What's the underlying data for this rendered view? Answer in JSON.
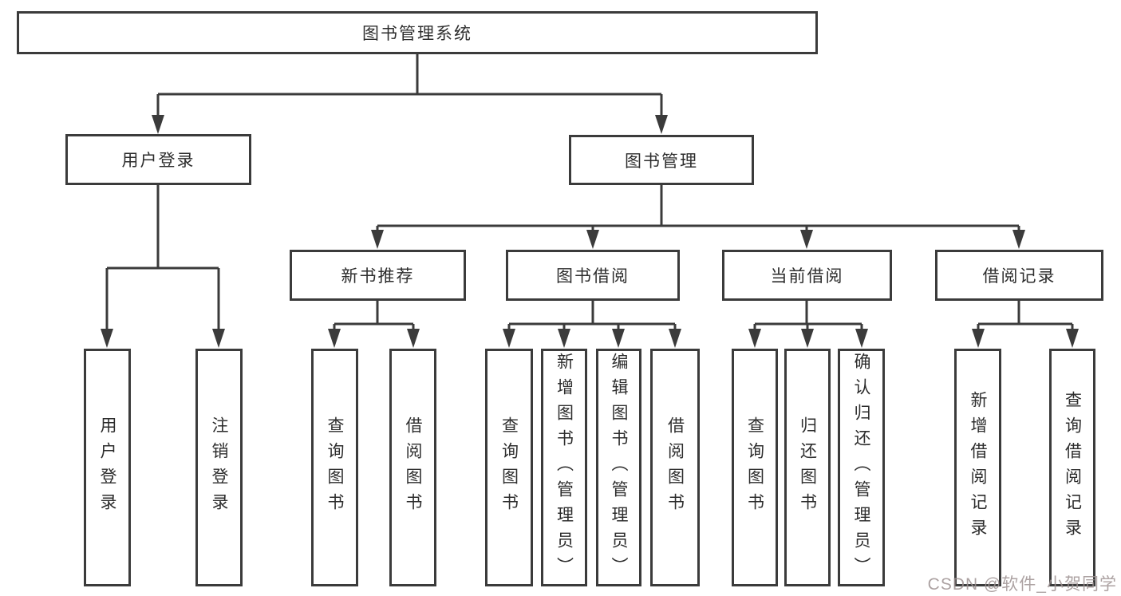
{
  "diagram_title": "图书管理系统",
  "tree": {
    "root": {
      "label": "图书管理系统"
    },
    "branches": [
      {
        "label": "用户登录",
        "children": [
          {
            "label": "用户登录"
          },
          {
            "label": "注销登录"
          }
        ]
      },
      {
        "label": "图书管理",
        "children": [
          {
            "label": "新书推荐",
            "children": [
              {
                "label": "查询图书"
              },
              {
                "label": "借阅图书"
              }
            ]
          },
          {
            "label": "图书借阅",
            "children": [
              {
                "label": "查询图书"
              },
              {
                "label": "新增图书（管理员）"
              },
              {
                "label": "编辑图书（管理员）"
              },
              {
                "label": "借阅图书"
              }
            ]
          },
          {
            "label": "当前借阅",
            "children": [
              {
                "label": "查询图书"
              },
              {
                "label": "归还图书"
              },
              {
                "label": "确认归还（管理员）"
              }
            ]
          },
          {
            "label": "借阅记录",
            "children": [
              {
                "label": "新增借阅记录"
              },
              {
                "label": "查询借阅记录"
              }
            ]
          }
        ]
      }
    ]
  },
  "watermark": {
    "text": "CSDN @软件_小贺同学"
  },
  "colors": {
    "background": "#ffffff",
    "box_border": "#3b3b3b",
    "connector_line": "#3b3b3b",
    "text": "#2d2d2d",
    "watermark": "#9e9292"
  }
}
